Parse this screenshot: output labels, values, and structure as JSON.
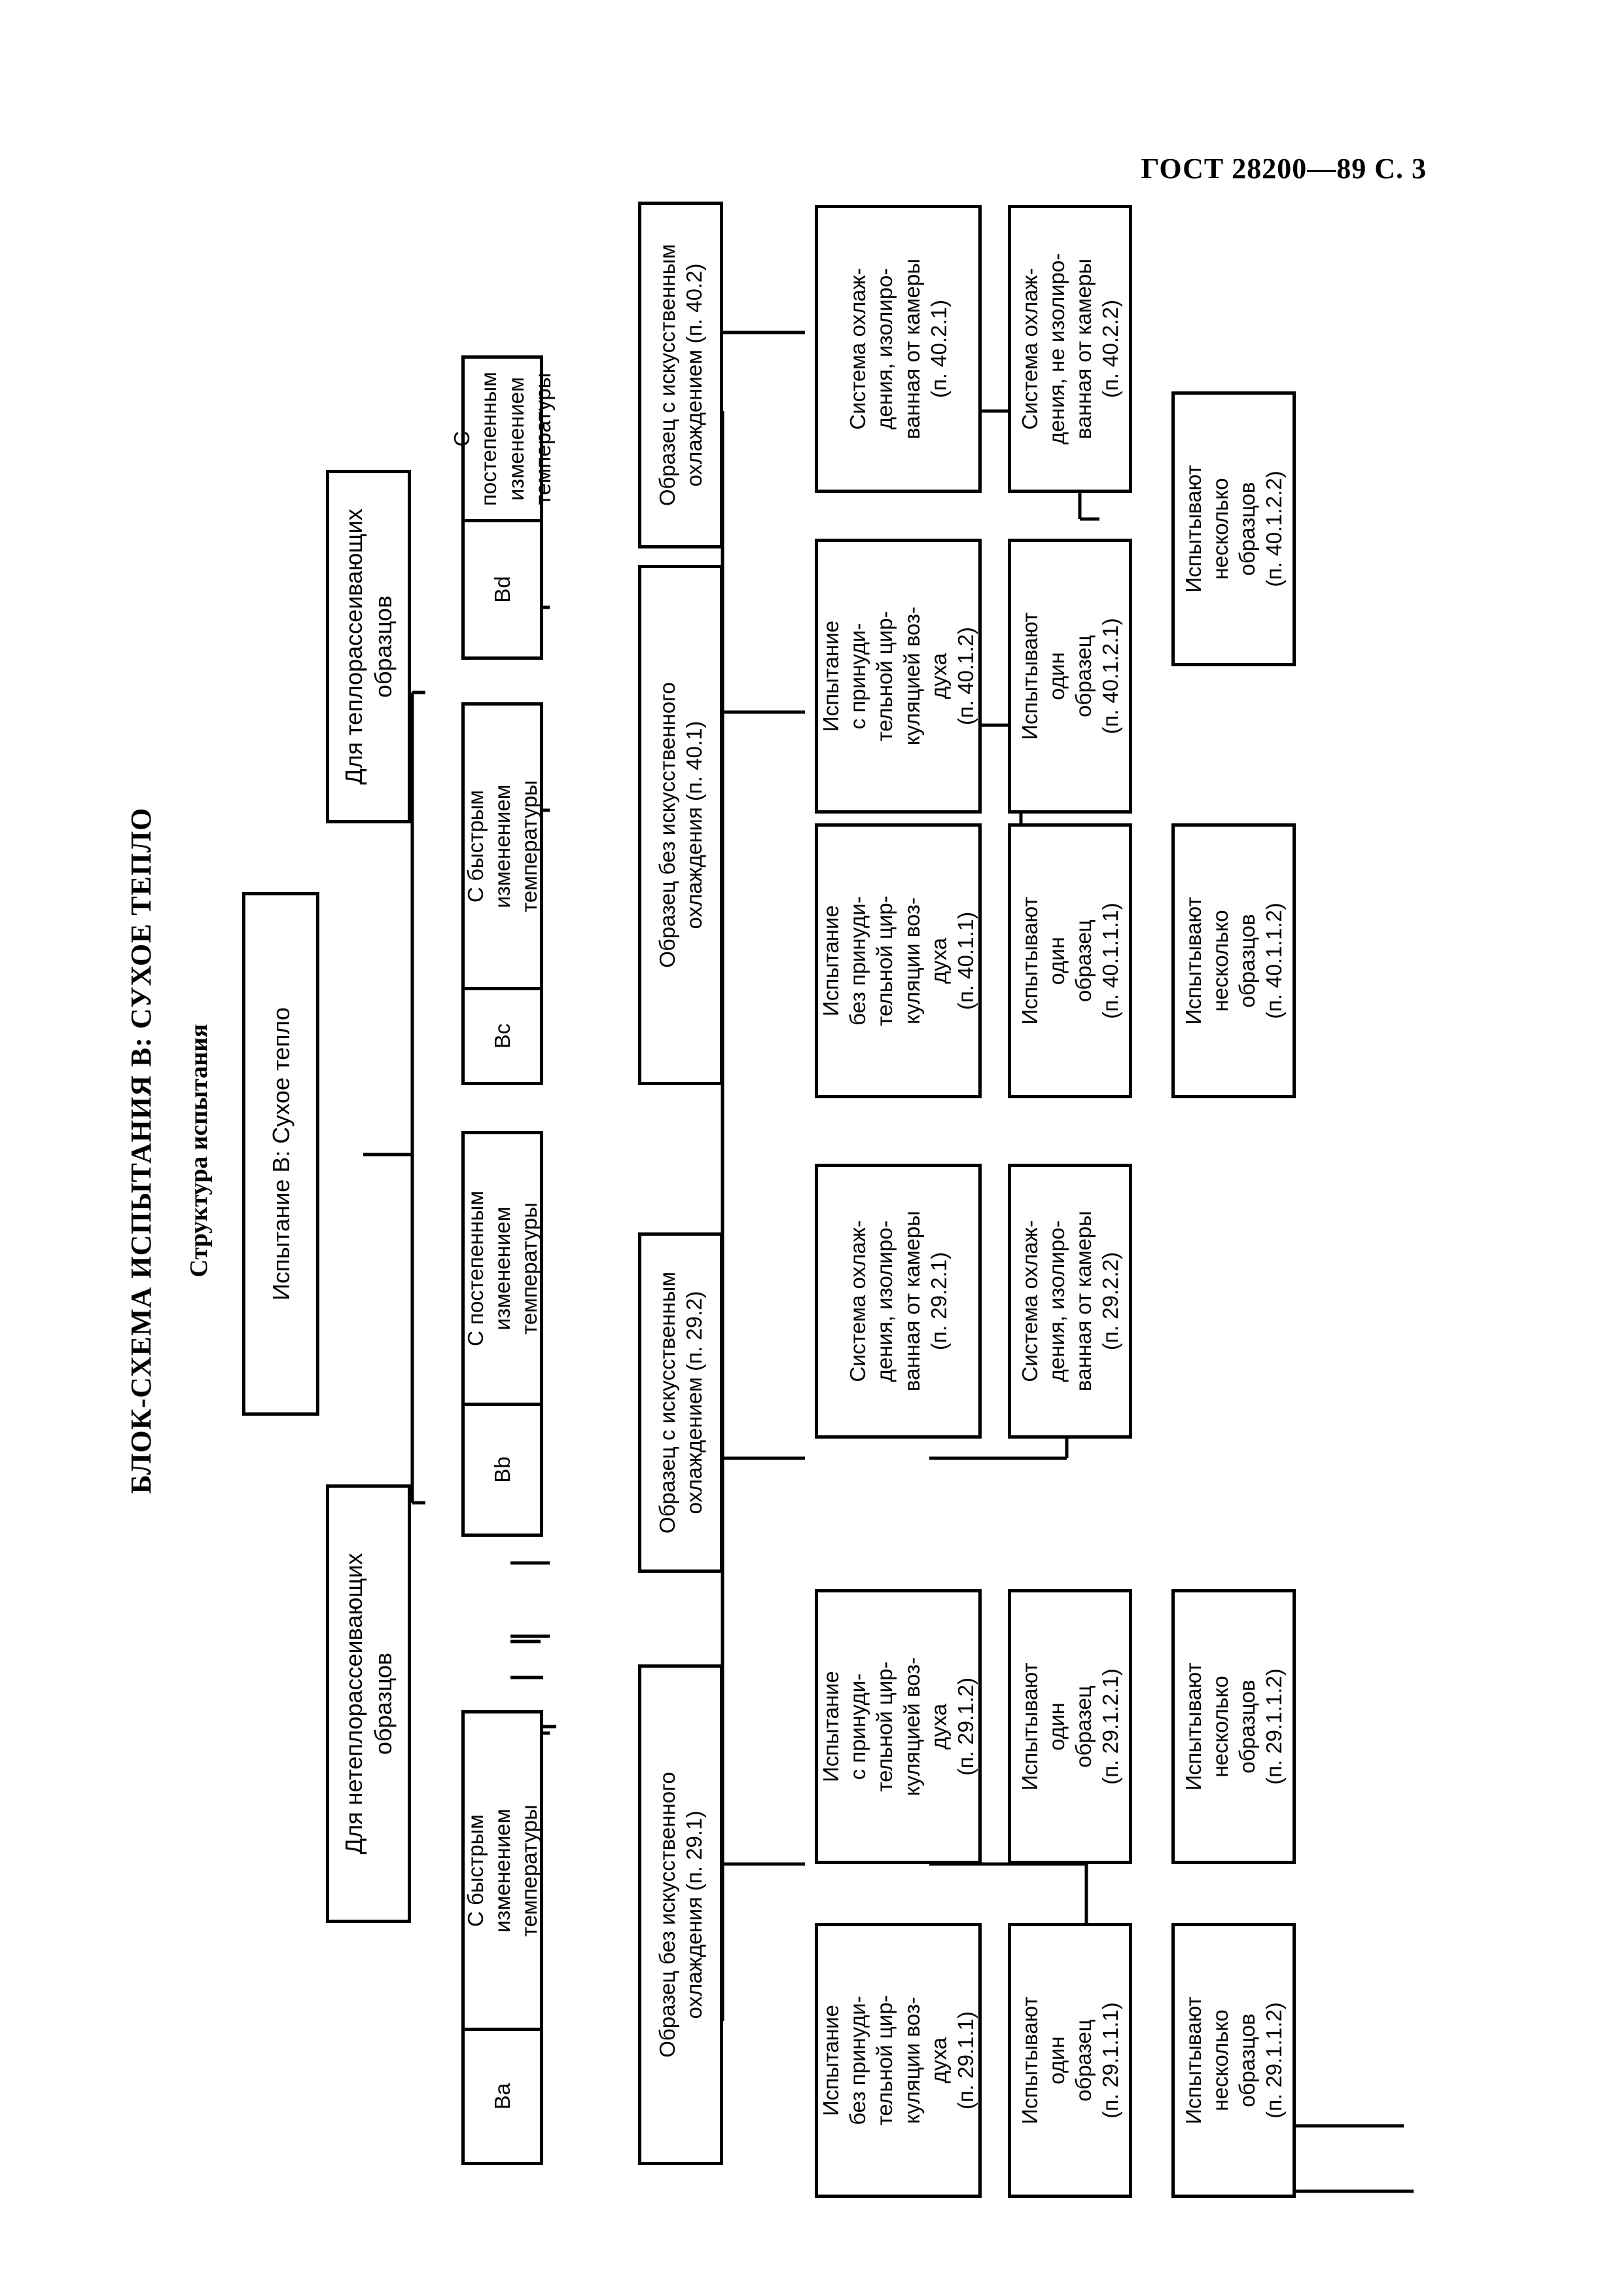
{
  "header": "ГОСТ 28200—89 С. 3",
  "title": "БЛОК-СХЕМА ИСПЫТАНИЯ В: СУХОЕ ТЕПЛО",
  "subtitle": "Структура испытания",
  "root": "Испытание В: Сухое тепло",
  "group_left": "Для нетеплорассеивающих\nобразцов",
  "group_right": "Для теплорассеивающих\nобразцов",
  "codes": {
    "ba": "Ba",
    "bb": "Bb",
    "bc": "Bc",
    "bd": "Bd"
  },
  "rapid": "С быстрым\nизменением\nтемпературы",
  "gradual": "С постепенным\nизменением\nтемпературы",
  "n29_1": "Образец без искусственного\nохлаждения (п. 29.1)",
  "n29_2": "Образец с искусственным\nохлаждением (п. 29.2)",
  "n40_1": "Образец без искусственного\nохлаждения (п. 40.1)",
  "n40_2": "Образец с искусственным\nохлаждением (п. 40.2)",
  "t29_1_1": "Испытание\nбез принуди-\nтельной цир-\nкуляции воз-\nдуха\n(п. 29.1.1)",
  "t29_1_2": "Испытание\nс принуди-\nтельной цир-\nкуляцией воз-\nдуха\n(п. 29.1.2)",
  "o29_1_1_1": "Испытывают\nодин\nобразец\n(п. 29.1.1.1)",
  "o29_1_2_1": "Испытывают\nодин\nобразец\n(п. 29.1.2.1)",
  "m29_1_1_2": "Испытывают\nнесколько\nобразцов\n(п. 29.1.1.2)",
  "m29_1_1_2b": "Испытывают\nнесколько\nобразцов\n(п. 29.1.1.2)",
  "s29_2_1": "Система охлаж-\nдения, изолиро-\nванная от камеры\n(п. 29.2.1)",
  "s29_2_2": "Система охлаж-\nдения, изолиро-\nванная от камеры\n(п. 29.2.2)",
  "t40_1_1": "Испытание\nбез принуди-\nтельной цир-\nкуляции воз-\nдуха\n(п. 40.1.1)",
  "t40_1_2": "Испытание\nс принуди-\nтельной цир-\nкуляцией воз-\nдуха\n(п. 40.1.2)",
  "o40_1_1_1": "Испытывают\nодин\nобразец\n(п. 40.1.1.1)",
  "o40_1_2_1": "Испытывают\nодин\nобразец\n(п. 40.1.2.1)",
  "m40_1_1_2": "Испытывают\nнесколько\nобразцов\n(п. 40.1.1.2)",
  "m40_1_2_2": "Испытывают\nнесколько\nобразцов\n(п. 40.1.2.2)",
  "s40_2_1": "Система охлаж-\nдения, изолиро-\nванная от камеры\n(п. 40.2.1)",
  "s40_2_2": "Система охлаж-\nдения, не изолиро-\nванная от камеры\n(п. 40.2.2)"
}
